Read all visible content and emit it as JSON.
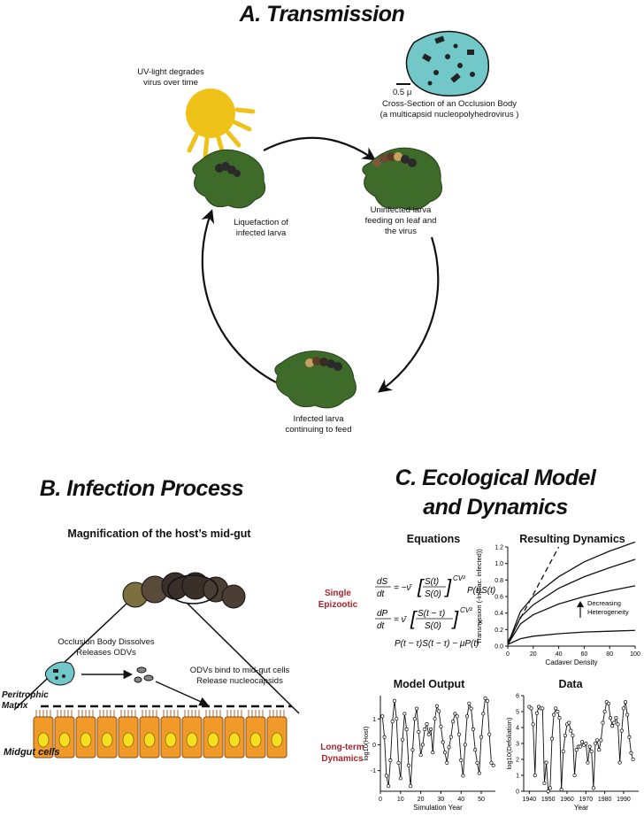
{
  "section_a": {
    "title": "A. Transmission",
    "uv_label": "UV-light degrades\nvirus over time",
    "scale_label": "0.5 μ",
    "occlusion_caption": "Cross-Section of an Occlusion Body\n(a multicapsid nucleopolyhedrovirus )",
    "liquefaction_label": "Liquefaction of\ninfected larva",
    "uninfected_label": "Uninfected larva\nfeeding on leaf and\nthe virus",
    "infected_label": "Infected larva\ncontinuing to feed"
  },
  "section_b": {
    "title": "B. Infection Process",
    "subtitle": "Magnification of the host’s mid-gut",
    "dissolve_label": "Occlusion Body Dissolves\nReleases ODVs",
    "bind_label": "ODVs bind to mid-gut cells\nRelease nucleocapsids",
    "peritrophic_label": "Peritrophic\nMatrix",
    "midgut_label": "Midgut cells"
  },
  "section_c": {
    "title": "C. Ecological Model\nand Dynamics",
    "equations_header": "Equations",
    "dynamics_header": "Resulting Dynamics",
    "single_epizootic": "Single\nEpizootic",
    "long_term": "Long-term\nDynamics",
    "model_output_header": "Model Output",
    "data_header": "Data"
  },
  "chart_data": [
    {
      "type": "line",
      "title": "Resulting Dynamics",
      "xlabel": "Cadaver Density",
      "ylabel": "Transmission (-ln(frac. infected))",
      "xlim": [
        0,
        100
      ],
      "ylim": [
        0,
        1.2
      ],
      "xticks": [
        0,
        20,
        40,
        60,
        80,
        100
      ],
      "yticks": [
        0,
        0.2,
        0.4,
        0.6,
        0.8,
        1.0,
        1.2
      ],
      "annotation": "Decreasing\nHeterogeneity",
      "series": [
        {
          "style": "dashed",
          "x": [
            0,
            40
          ],
          "y": [
            0.05,
            1.2
          ]
        },
        {
          "style": "solid",
          "x": [
            0,
            10,
            20,
            40,
            60,
            80,
            100
          ],
          "y": [
            0.02,
            0.42,
            0.6,
            0.84,
            1.02,
            1.15,
            1.26
          ]
        },
        {
          "style": "solid",
          "x": [
            0,
            10,
            20,
            40,
            60,
            80,
            100
          ],
          "y": [
            0.02,
            0.35,
            0.5,
            0.7,
            0.84,
            0.95,
            1.05
          ]
        },
        {
          "style": "solid",
          "x": [
            0,
            10,
            20,
            40,
            60,
            80,
            100
          ],
          "y": [
            0.02,
            0.27,
            0.38,
            0.51,
            0.6,
            0.67,
            0.73
          ]
        },
        {
          "style": "solid",
          "x": [
            0,
            10,
            20,
            40,
            60,
            80,
            100
          ],
          "y": [
            0.02,
            0.09,
            0.12,
            0.15,
            0.17,
            0.18,
            0.19
          ]
        }
      ]
    },
    {
      "type": "line",
      "title": "Model Output",
      "xlabel": "Simulation Year",
      "ylabel": "log10(Host)",
      "xlim": [
        0,
        57
      ],
      "ylim": [
        -1.8,
        1.9
      ],
      "xticks": [
        0,
        10,
        20,
        30,
        40,
        50
      ],
      "yticks": [
        -1,
        0,
        1
      ],
      "x": [
        1,
        2,
        3,
        4,
        5,
        6,
        7,
        8,
        9,
        10,
        11,
        12,
        13,
        14,
        15,
        16,
        17,
        18,
        19,
        20,
        21,
        22,
        23,
        24,
        25,
        26,
        27,
        28,
        29,
        30,
        31,
        32,
        33,
        34,
        35,
        36,
        37,
        38,
        39,
        40,
        41,
        42,
        43,
        44,
        45,
        46,
        47,
        48,
        49,
        50,
        51,
        52,
        53,
        54,
        55,
        56
      ],
      "y": [
        1.1,
        0.3,
        -1.2,
        -1.6,
        -0.6,
        0.9,
        1.7,
        1.0,
        -0.7,
        -1.3,
        0.2,
        1.2,
        0.6,
        -0.8,
        -1.6,
        -0.2,
        1.0,
        1.4,
        0.5,
        -0.4,
        0.0,
        0.6,
        0.8,
        0.4,
        0.6,
        -0.3,
        1.0,
        1.5,
        1.3,
        0.7,
        0.1,
        -0.3,
        -0.7,
        -0.1,
        0.3,
        0.9,
        1.2,
        1.1,
        0.4,
        -0.6,
        -1.2,
        0.0,
        1.1,
        1.6,
        1.4,
        0.6,
        -0.2,
        -0.7,
        -1.1,
        0.3,
        1.2,
        1.8,
        1.7,
        0.4,
        -0.7,
        -0.8
      ]
    },
    {
      "type": "line",
      "title": "Data",
      "xlabel": "Year",
      "ylabel": "log10(Defoliation)",
      "xlim": [
        1937,
        1998
      ],
      "ylim": [
        0,
        6
      ],
      "xticks": [
        1940,
        1950,
        1960,
        1970,
        1980,
        1990
      ],
      "yticks": [
        0,
        1,
        2,
        3,
        4,
        5,
        6
      ],
      "x": [
        1940,
        1941,
        1942,
        1943,
        1944,
        1945,
        1946,
        1947,
        1948,
        1949,
        1950,
        1951,
        1952,
        1953,
        1954,
        1955,
        1956,
        1957,
        1958,
        1959,
        1960,
        1961,
        1962,
        1963,
        1964,
        1965,
        1966,
        1967,
        1968,
        1969,
        1970,
        1971,
        1972,
        1973,
        1974,
        1975,
        1976,
        1977,
        1978,
        1979,
        1980,
        1981,
        1982,
        1983,
        1984,
        1985,
        1986,
        1987,
        1988,
        1989,
        1990,
        1991,
        1992,
        1993,
        1994,
        1995
      ],
      "y": [
        5.3,
        5.2,
        4.2,
        1.0,
        4.9,
        5.3,
        5.2,
        5.2,
        0.5,
        1.8,
        0.0,
        0.2,
        3.3,
        4.8,
        5.2,
        5.0,
        4.6,
        0.1,
        2.5,
        3.5,
        4.2,
        4.3,
        3.8,
        3.5,
        1.0,
        2.6,
        2.8,
        2.8,
        3.1,
        2.9,
        3.0,
        1.8,
        2.8,
        2.5,
        0.2,
        3.0,
        3.2,
        2.6,
        3.2,
        4.3,
        5.0,
        5.6,
        5.5,
        4.6,
        4.1,
        4.3,
        4.6,
        4.2,
        1.8,
        3.8,
        5.2,
        5.6,
        4.8,
        3.4,
        2.4,
        2.0
      ]
    }
  ]
}
